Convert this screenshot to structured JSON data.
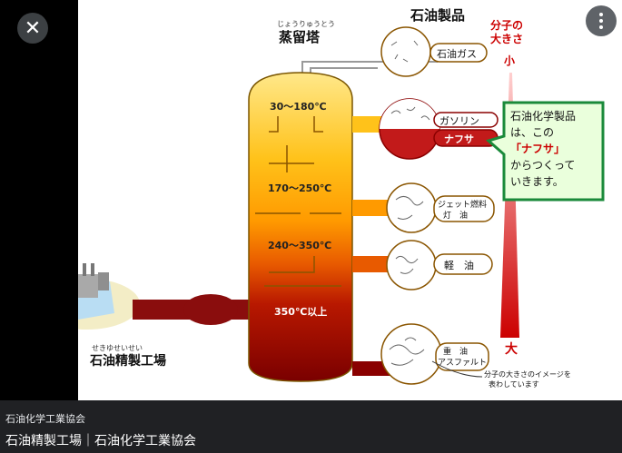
{
  "viewer": {
    "close_label": "✕",
    "diagram": {
      "title": "蒸留塔",
      "title_ruby": "じょうりゅうとう",
      "products_header": "石油製品",
      "size_label_line1": "分子の",
      "size_label_line2": "大きさ",
      "size_small": "小",
      "size_large": "大",
      "refinery_ruby": "せきゆせいせい",
      "refinery_label": "石油精製工場",
      "temp_1": "30～180℃",
      "temp_2": "170～250℃",
      "temp_3": "240～350℃",
      "temp_4": "350℃以上",
      "product_gas": "石油ガス",
      "product_gasoline": "ガソリン",
      "product_naphtha": "ナフサ",
      "product_jet_line1": "ジェット燃料",
      "product_jet_line2": "灯　油",
      "product_light_oil": "軽　油",
      "product_heavy_line1": "重　油",
      "product_heavy_line2": "アスファルト",
      "note_line1": "分子の大きさのイメージを",
      "note_line2": "表わしています",
      "callout_line1": "石油化学製品",
      "callout_line2": "は、この",
      "callout_line3": "「ナフサ」",
      "callout_line4": "からつくって",
      "callout_line5": "いきます。"
    }
  },
  "footer": {
    "source": "石油化学工業協会",
    "title": "石油精製工場｜石油化学工業協会"
  },
  "colors": {
    "accent_red": "#cc0000",
    "callout_border": "#1a8a3a",
    "callout_bg": "#eaffdc"
  }
}
